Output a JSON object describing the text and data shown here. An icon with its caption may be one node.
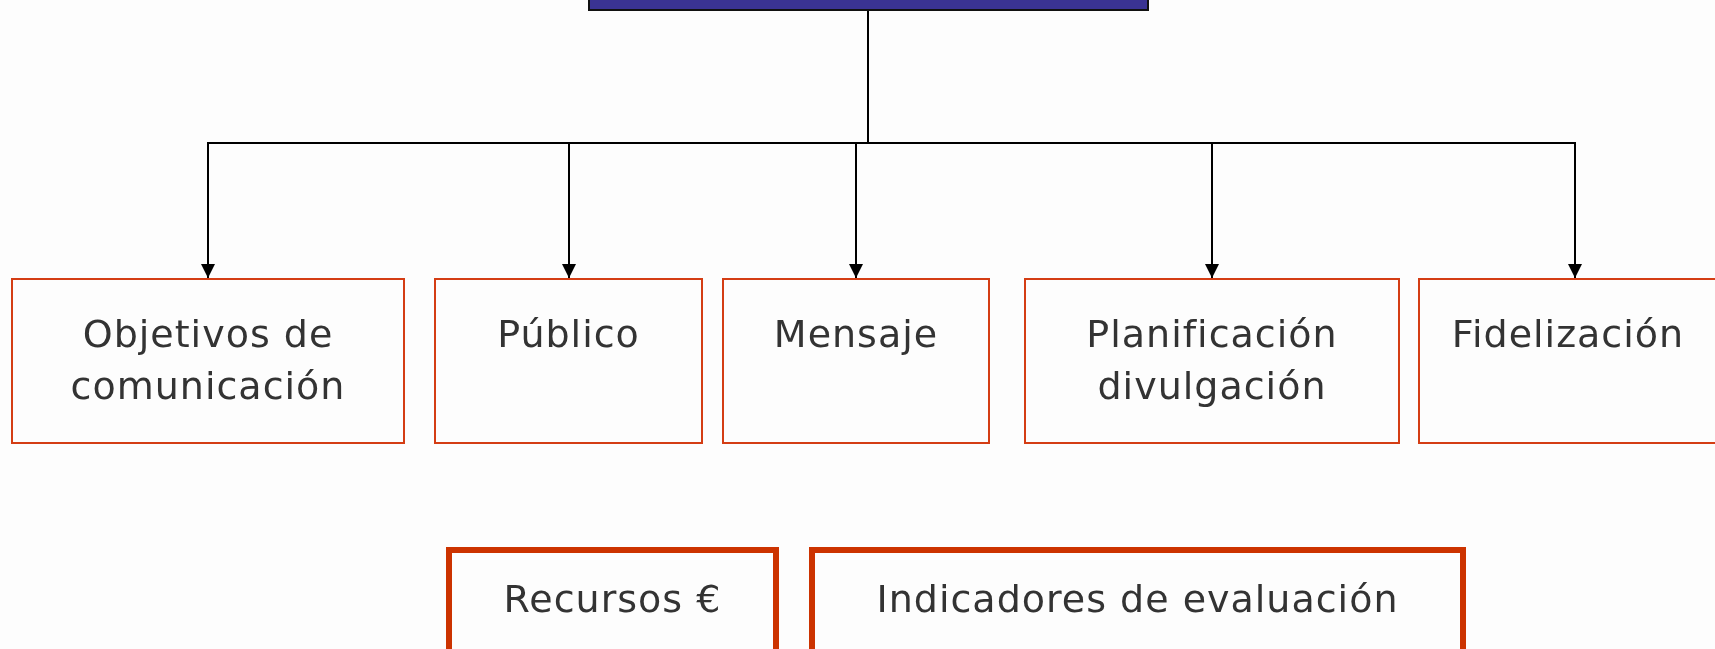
{
  "diagram": {
    "nodes": [
      {
        "text": [],
        "shape": "box"
      },
      {
        "text": [
          "Objetivos de comunicación"
        ]
      },
      {
        "text": [
          "Público"
        ]
      },
      {
        "text": [
          "Mensaje"
        ]
      },
      {
        "text": [
          "Planificación divulgación"
        ]
      },
      {
        "text": [
          "Fidelización"
        ]
      },
      {
        "text": [
          "Recursos €"
        ]
      },
      {
        "text": [
          "Indicadores de evaluación"
        ]
      }
    ],
    "edges": [
      {
        "from": 0,
        "to": 1,
        "arrow": "to"
      },
      {
        "from": 0,
        "to": 2,
        "arrow": "to"
      },
      {
        "from": 0,
        "to": 3,
        "arrow": "to"
      },
      {
        "from": 0,
        "to": 4,
        "arrow": "to"
      },
      {
        "from": 0,
        "to": 5,
        "arrow": "to"
      }
    ]
  }
}
